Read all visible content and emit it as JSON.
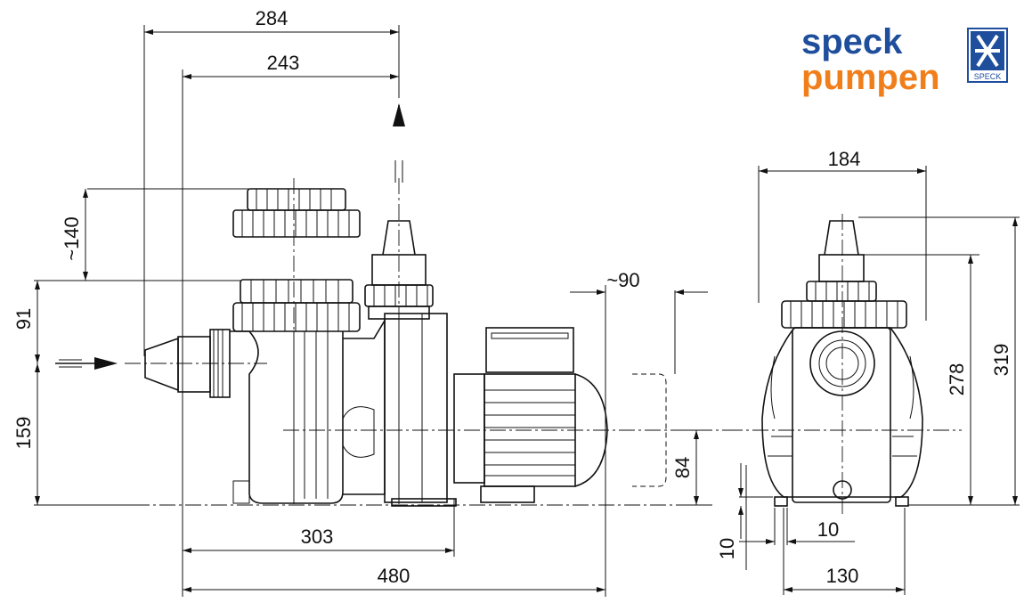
{
  "brand": {
    "line1": "speck",
    "line2": "pumpen",
    "badge_text": "SPECK",
    "color_blue": "#1f4e9c",
    "color_orange": "#f07f1b"
  },
  "dimensions": {
    "overall_inlet_width": "284",
    "lid_to_outlet": "243",
    "lid_removal": "~140",
    "inlet_to_lid": "91",
    "inlet_height": "159",
    "motor_clearance": "~90",
    "shaft_height": "84",
    "base_to_motor": "303",
    "overall_length": "480",
    "side_width": "184",
    "foot_to_outlet": "278",
    "total_height": "319",
    "foot_width": "10",
    "foot_height": "10",
    "foot_spacing": "130"
  }
}
